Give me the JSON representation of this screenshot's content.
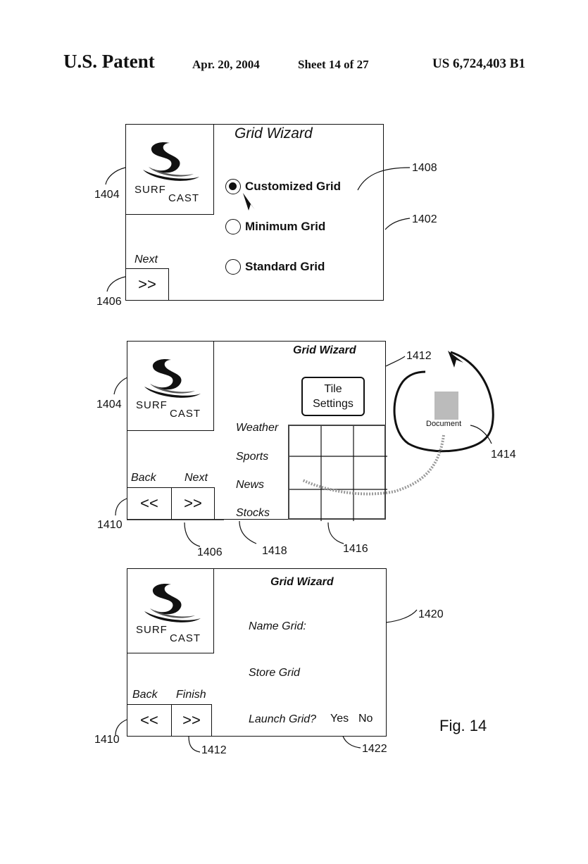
{
  "header": {
    "left": "U.S. Patent",
    "date": "Apr. 20, 2004",
    "sheet": "Sheet 14 of 27",
    "patent_no": "US 6,724,403 B1"
  },
  "panel1": {
    "title": "Grid Wizard",
    "options": [
      "Customized Grid",
      "Minimum Grid",
      "Standard Grid"
    ],
    "selected_index": 0,
    "next_label": "Next",
    "next_symbol": ">>",
    "brand_top": "SURF",
    "brand_bottom": "CAST",
    "refs": {
      "logo": "1404",
      "option": "1408",
      "panel": "1402",
      "next": "1406"
    }
  },
  "panel2": {
    "title": "Grid Wizard",
    "tile_settings": "Tile Settings",
    "categories": [
      "Weather",
      "Sports",
      "News",
      "Stocks"
    ],
    "back_label": "Back",
    "next_label": "Next",
    "back_symbol": "<<",
    "next_symbol": ">>",
    "document_label": "Document",
    "brand_top": "SURF",
    "brand_bottom": "CAST",
    "refs": {
      "logo": "1404",
      "panel": "1412",
      "document": "1414",
      "back": "1410",
      "next": "1406",
      "categories": "1418",
      "grid": "1416"
    }
  },
  "panel3": {
    "title": "Grid Wizard",
    "name_grid": "Name Grid:",
    "store_grid": "Store Grid",
    "launch_grid": "Launch Grid?",
    "yes": "Yes",
    "no": "No",
    "back_label": "Back",
    "finish_label": "Finish",
    "back_symbol": "<<",
    "finish_symbol": ">>",
    "brand_top": "SURF",
    "brand_bottom": "CAST",
    "refs": {
      "panel": "1420",
      "back": "1410",
      "finish": "1412",
      "launch": "1422"
    }
  },
  "figure_label": "Fig. 14"
}
